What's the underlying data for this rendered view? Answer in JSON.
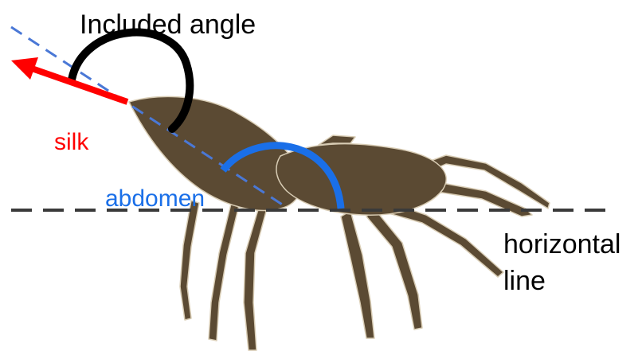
{
  "labels": {
    "included_angle": "Included angle",
    "silk": "silk",
    "abdomen": "abdomen",
    "horizontal": "horizontal",
    "line": "line"
  },
  "colors": {
    "silk": "#ff0000",
    "abdomen": "#1a6fe8",
    "abdomen_axis": "#4a78d6",
    "included_angle_arc": "#000000",
    "horizontal_line": "#3a3a3a",
    "spider_body": "#5b4a33",
    "spider_outline": "#d8ccb4",
    "text": "#000000"
  },
  "icons": {
    "subject": "spider-icon",
    "silk_direction": "arrow-left-icon"
  }
}
